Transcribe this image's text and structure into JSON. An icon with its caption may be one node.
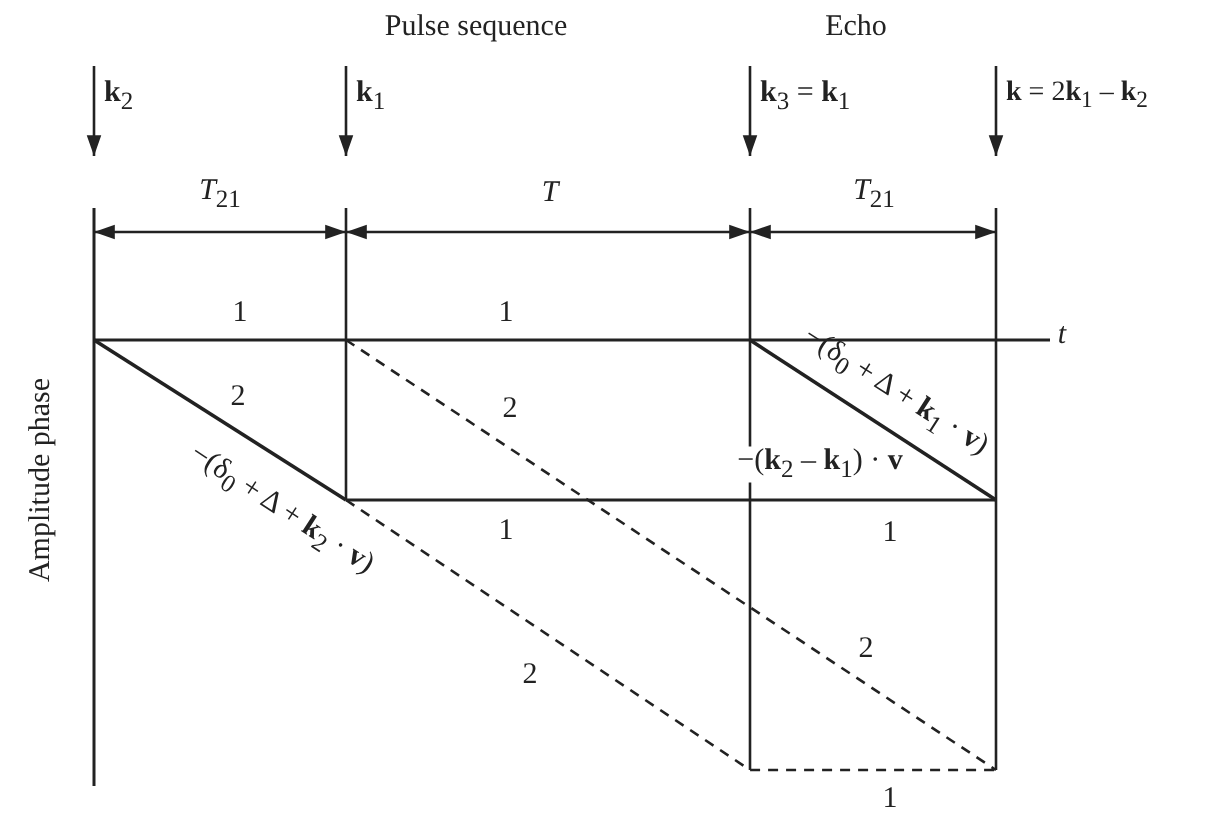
{
  "diagram": {
    "labels": [
      "Pulse sequence",
      "Echo",
      "**k**$_{2}$",
      "**k**$_{1}$",
      "**k**$_{3}$ = **k**$_{1}$",
      "**k** = 2**k**$_{1}$ – **k**$_{2}$",
      "*T*$_{21}$",
      "*T*",
      "*T*$_{21}$",
      "1",
      "1",
      "*t*",
      "2",
      "2",
      "−(δ$_{0}$ + Δ + **k**$_{1}$ · **v**)",
      "−(**k**$_{2}$ – **k**$_{1}$) · **v**",
      "1",
      "1",
      "−(δ$_{0}$ + Δ + **k**$_{2}$ · **v**)",
      "2",
      "2",
      "1",
      "Amplitude phase"
    ]
  }
}
